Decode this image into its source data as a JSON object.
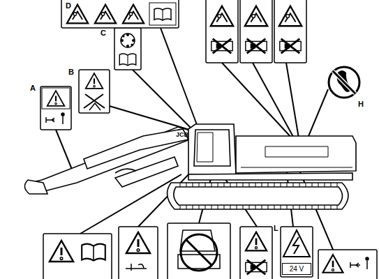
{
  "diagram": {
    "nodes": [
      {
        "text": [
          "L",
          "24 V"
        ]
      }
    ],
    "labels": [
      "A",
      "B",
      "C",
      "D",
      "H"
    ]
  }
}
